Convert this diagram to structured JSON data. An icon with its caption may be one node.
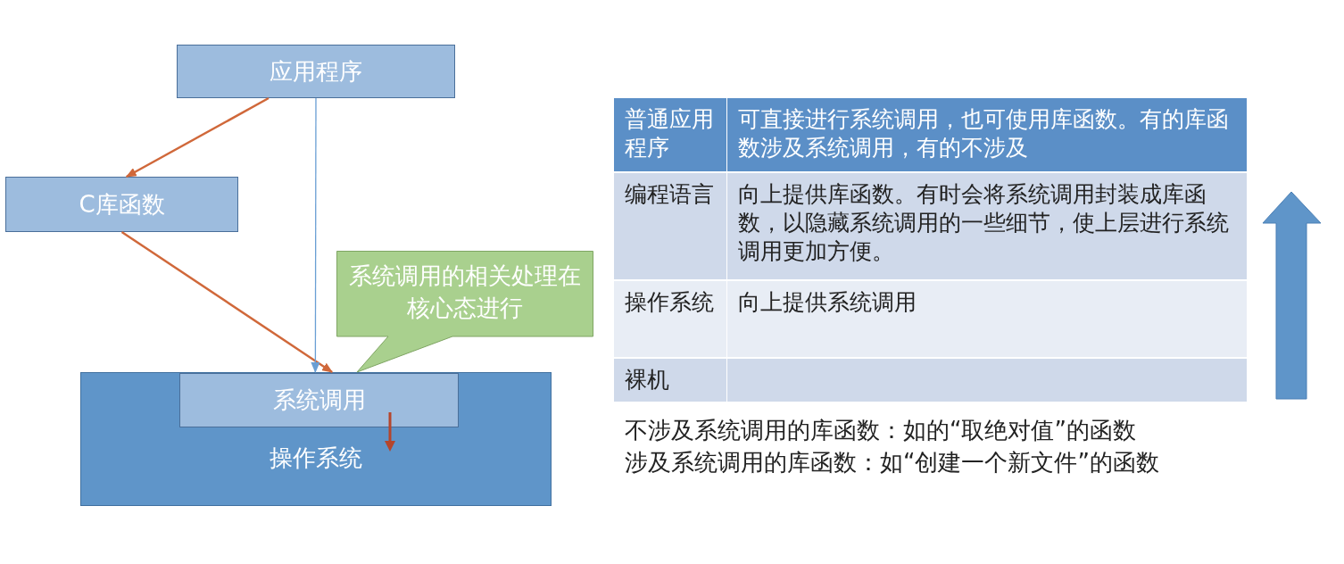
{
  "diagram": {
    "nodes": [
      {
        "text": [
          "应用程序"
        ]
      },
      {
        "text": [
          "C库函数"
        ]
      },
      {
        "text": [
          "操作系统"
        ]
      },
      {
        "text": [
          "系统调用"
        ],
        "in": 2
      },
      {
        "text": [
          "系统调用的相关处理在核心态进行"
        ]
      }
    ],
    "edges": [
      {
        "from": 0,
        "to": 1,
        "arrow": "to"
      },
      {
        "from": 1,
        "to": 3,
        "arrow": "to"
      },
      {
        "from": 0,
        "to": 3,
        "arrow": "to",
        "color": "#6a9fd4"
      }
    ],
    "labels": [
      "普通应用程序",
      "可直接进行系统调用，也可使用库函数。有的库函数涉及系统调用，有的不涉及",
      "编程语言",
      "向上提供库函数。有时会将系统调用封装成库函数，以隐藏系统调用的一些细节，使上层进行系统调用更加方便。",
      "操作系统",
      "向上提供系统调用",
      "裸机",
      "不涉及系统调用的库函数：如的“取绝对值”的函数",
      "涉及系统调用的库函数：如“创建一个新文件”的函数"
    ]
  }
}
